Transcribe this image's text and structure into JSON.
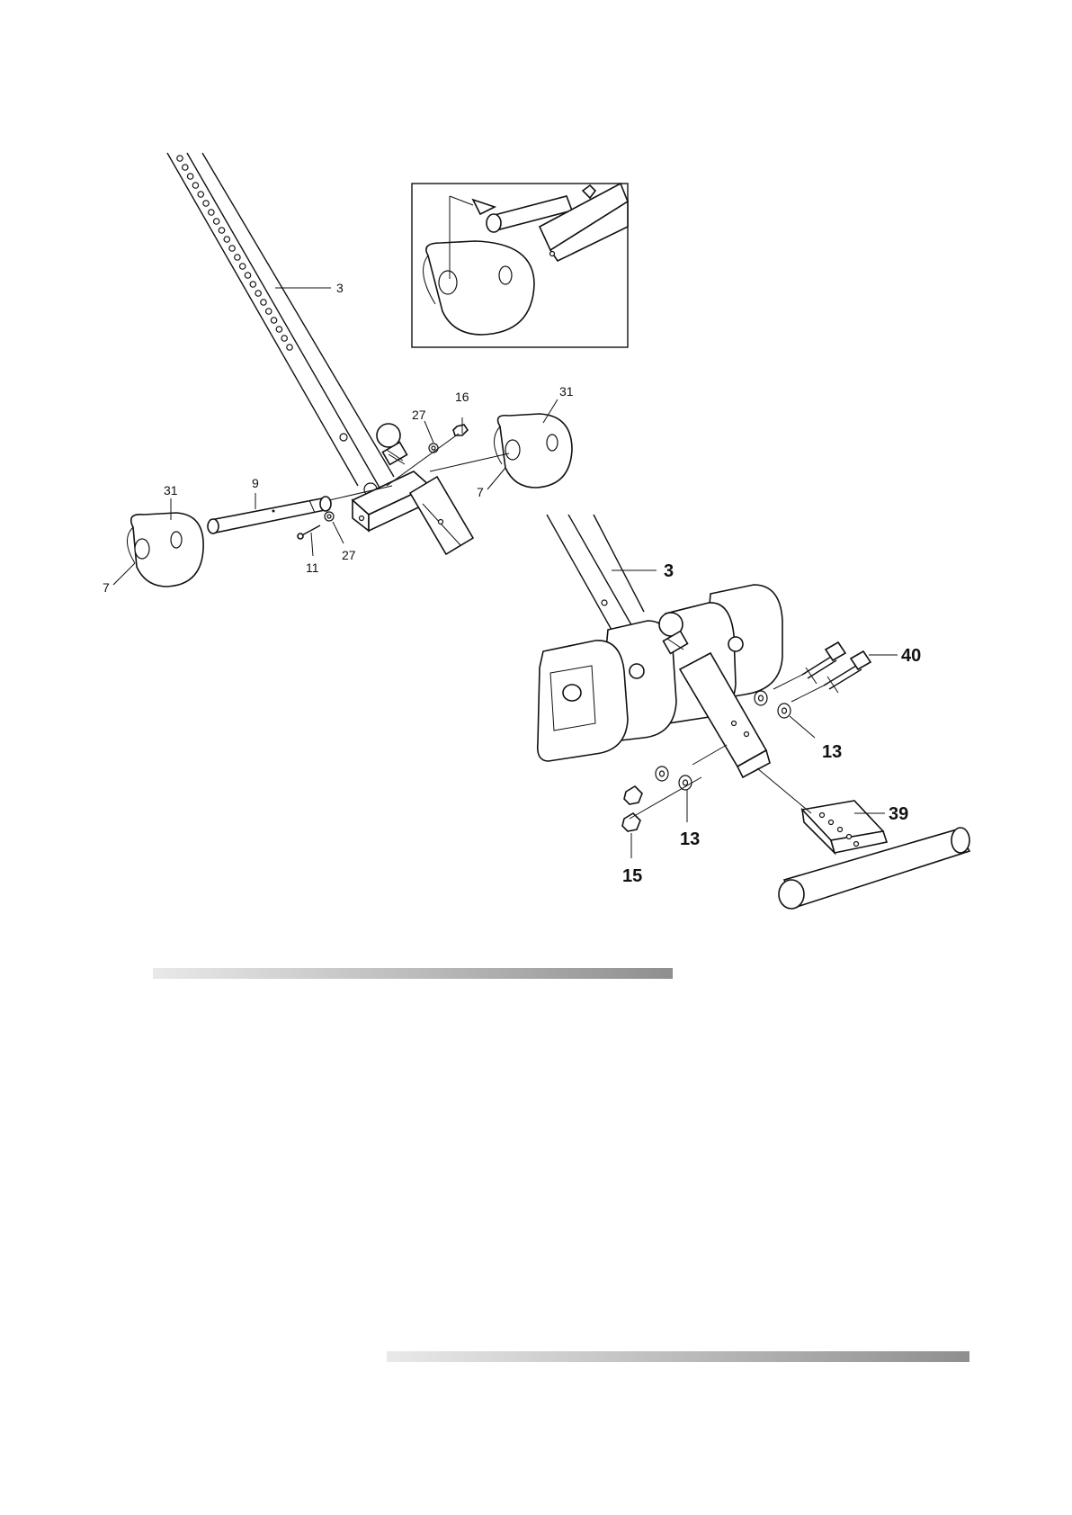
{
  "callouts": {
    "a_frame": "3",
    "a_pin_top": "16",
    "a_washer_top": "27",
    "a_pad_right": "31",
    "a_pad_left": "31",
    "a_axle": "9",
    "a_sleeve_right": "7",
    "a_sleeve_left": "7",
    "a_clip": "11",
    "a_washer_bottom": "27",
    "b_frame": "3",
    "b_bolt": "40",
    "b_washer_right": "13",
    "b_foot_tube": "39",
    "b_washer_left": "13",
    "b_nut": "15"
  },
  "colors": {
    "line": "#111111",
    "divider_light": "#e9e9e9",
    "divider_dark": "#8f8f8f"
  }
}
